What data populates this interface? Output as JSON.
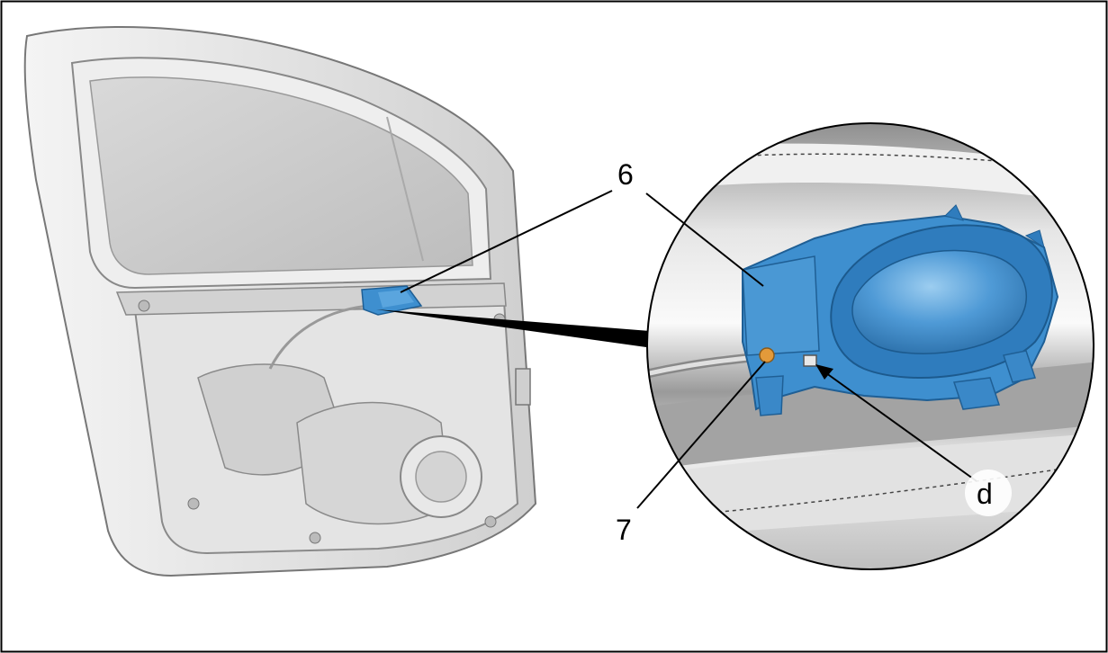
{
  "callouts": {
    "label_6": "6",
    "label_7": "7",
    "label_d": "d"
  },
  "colors": {
    "part_blue": "#3e8fcf",
    "part_blue_dark": "#2a6ea8",
    "part_blue_light": "#7cb8e6",
    "door_grey": "#dcdcdc",
    "glass_grey": "#cfcfcf",
    "fastener_orange": "#e39a3a"
  }
}
